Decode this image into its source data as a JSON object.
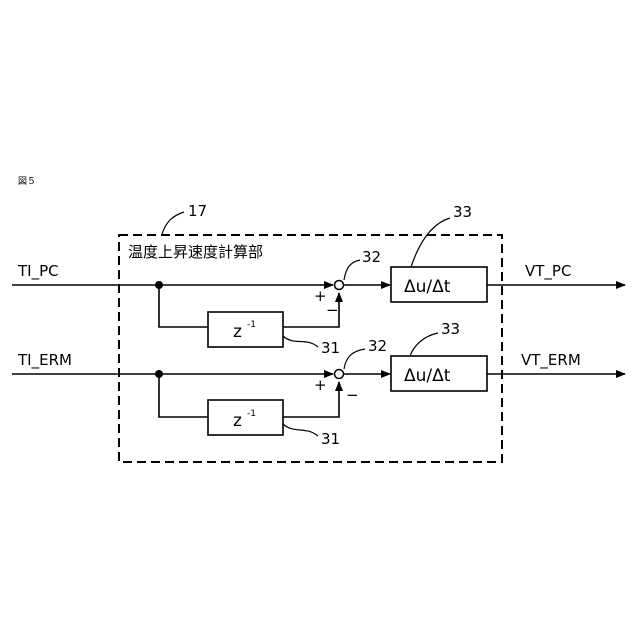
{
  "figure_label": "図５",
  "block": {
    "title": "温度上昇速度計算部",
    "ref": "17"
  },
  "channels": [
    {
      "input": "TI_PC",
      "output": "VT_PC",
      "delay_label": "z",
      "delay_exp": "-1",
      "delay_ref": "31",
      "junction_ref": "32",
      "deriv_label": "Δu/Δt",
      "deriv_ref": "33",
      "plus": "+",
      "minus": "−"
    },
    {
      "input": "TI_ERM",
      "output": "VT_ERM",
      "delay_label": "z",
      "delay_exp": "-1",
      "delay_ref": "31",
      "junction_ref": "32",
      "deriv_label": "Δu/Δt",
      "deriv_ref": "33",
      "plus": "+",
      "minus": "−"
    }
  ]
}
